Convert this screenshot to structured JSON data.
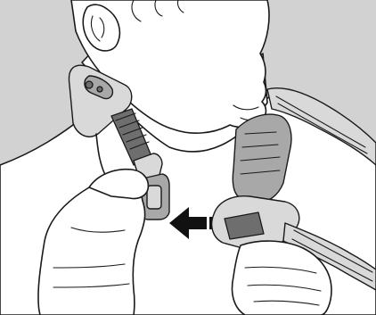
{
  "figure": {
    "colors": {
      "background": "#d2d2d2",
      "skin": "#ffffff",
      "outline": "#1a1a1a",
      "device_light": "#d9d9d9",
      "device_mid": "#a8a8a8",
      "device_dark": "#6e6e6e",
      "arrow": "#111111"
    },
    "icons": [
      "neck-band-device",
      "left-hand",
      "right-hand",
      "attach-arrow",
      "shoulder-strap"
    ]
  }
}
